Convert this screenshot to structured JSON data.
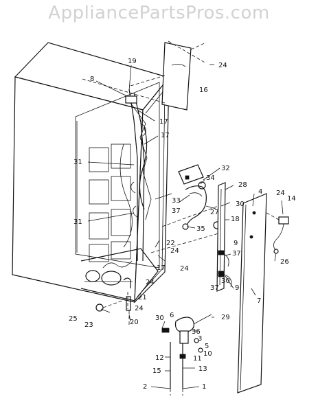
{
  "watermark": "AppliancePartsPros.com",
  "callouts": [
    {
      "id": "c19",
      "text": "19"
    },
    {
      "id": "c8",
      "text": "8"
    },
    {
      "id": "c24a",
      "text": "24"
    },
    {
      "id": "c16",
      "text": "16"
    },
    {
      "id": "c17a",
      "text": "17"
    },
    {
      "id": "c17b",
      "text": "17"
    },
    {
      "id": "c31a",
      "text": "31"
    },
    {
      "id": "c34",
      "text": "34"
    },
    {
      "id": "c32",
      "text": "32"
    },
    {
      "id": "c28",
      "text": "28"
    },
    {
      "id": "c4",
      "text": "4"
    },
    {
      "id": "c24b",
      "text": "24"
    },
    {
      "id": "c14",
      "text": "14"
    },
    {
      "id": "c33",
      "text": "33"
    },
    {
      "id": "c30a",
      "text": "30"
    },
    {
      "id": "c27",
      "text": "27"
    },
    {
      "id": "c37a",
      "text": "37"
    },
    {
      "id": "c18",
      "text": "18"
    },
    {
      "id": "c31b",
      "text": "31"
    },
    {
      "id": "c35",
      "text": "35"
    },
    {
      "id": "c22",
      "text": "22"
    },
    {
      "id": "c9a",
      "text": "9"
    },
    {
      "id": "c37b",
      "text": "37"
    },
    {
      "id": "c26",
      "text": "26"
    },
    {
      "id": "c24c",
      "text": "24"
    },
    {
      "id": "c17c",
      "text": "17"
    },
    {
      "id": "c24d",
      "text": "24"
    },
    {
      "id": "c37c",
      "text": "37"
    },
    {
      "id": "c9b",
      "text": "9"
    },
    {
      "id": "c30b",
      "text": "30"
    },
    {
      "id": "c24e",
      "text": "24"
    },
    {
      "id": "c21",
      "text": "21"
    },
    {
      "id": "c7",
      "text": "7"
    },
    {
      "id": "c24f",
      "text": "24"
    },
    {
      "id": "c25",
      "text": "25"
    },
    {
      "id": "c23",
      "text": "23"
    },
    {
      "id": "c20",
      "text": "20"
    },
    {
      "id": "c29",
      "text": "29"
    },
    {
      "id": "c30c",
      "text": "30"
    },
    {
      "id": "c6",
      "text": "6"
    },
    {
      "id": "c36",
      "text": "36"
    },
    {
      "id": "c3",
      "text": "3"
    },
    {
      "id": "c5",
      "text": "5"
    },
    {
      "id": "c10",
      "text": "10"
    },
    {
      "id": "c11",
      "text": "11"
    },
    {
      "id": "c12",
      "text": "12"
    },
    {
      "id": "c13",
      "text": "13"
    },
    {
      "id": "c15",
      "text": "15"
    },
    {
      "id": "c2",
      "text": "2"
    },
    {
      "id": "c1",
      "text": "1"
    }
  ]
}
